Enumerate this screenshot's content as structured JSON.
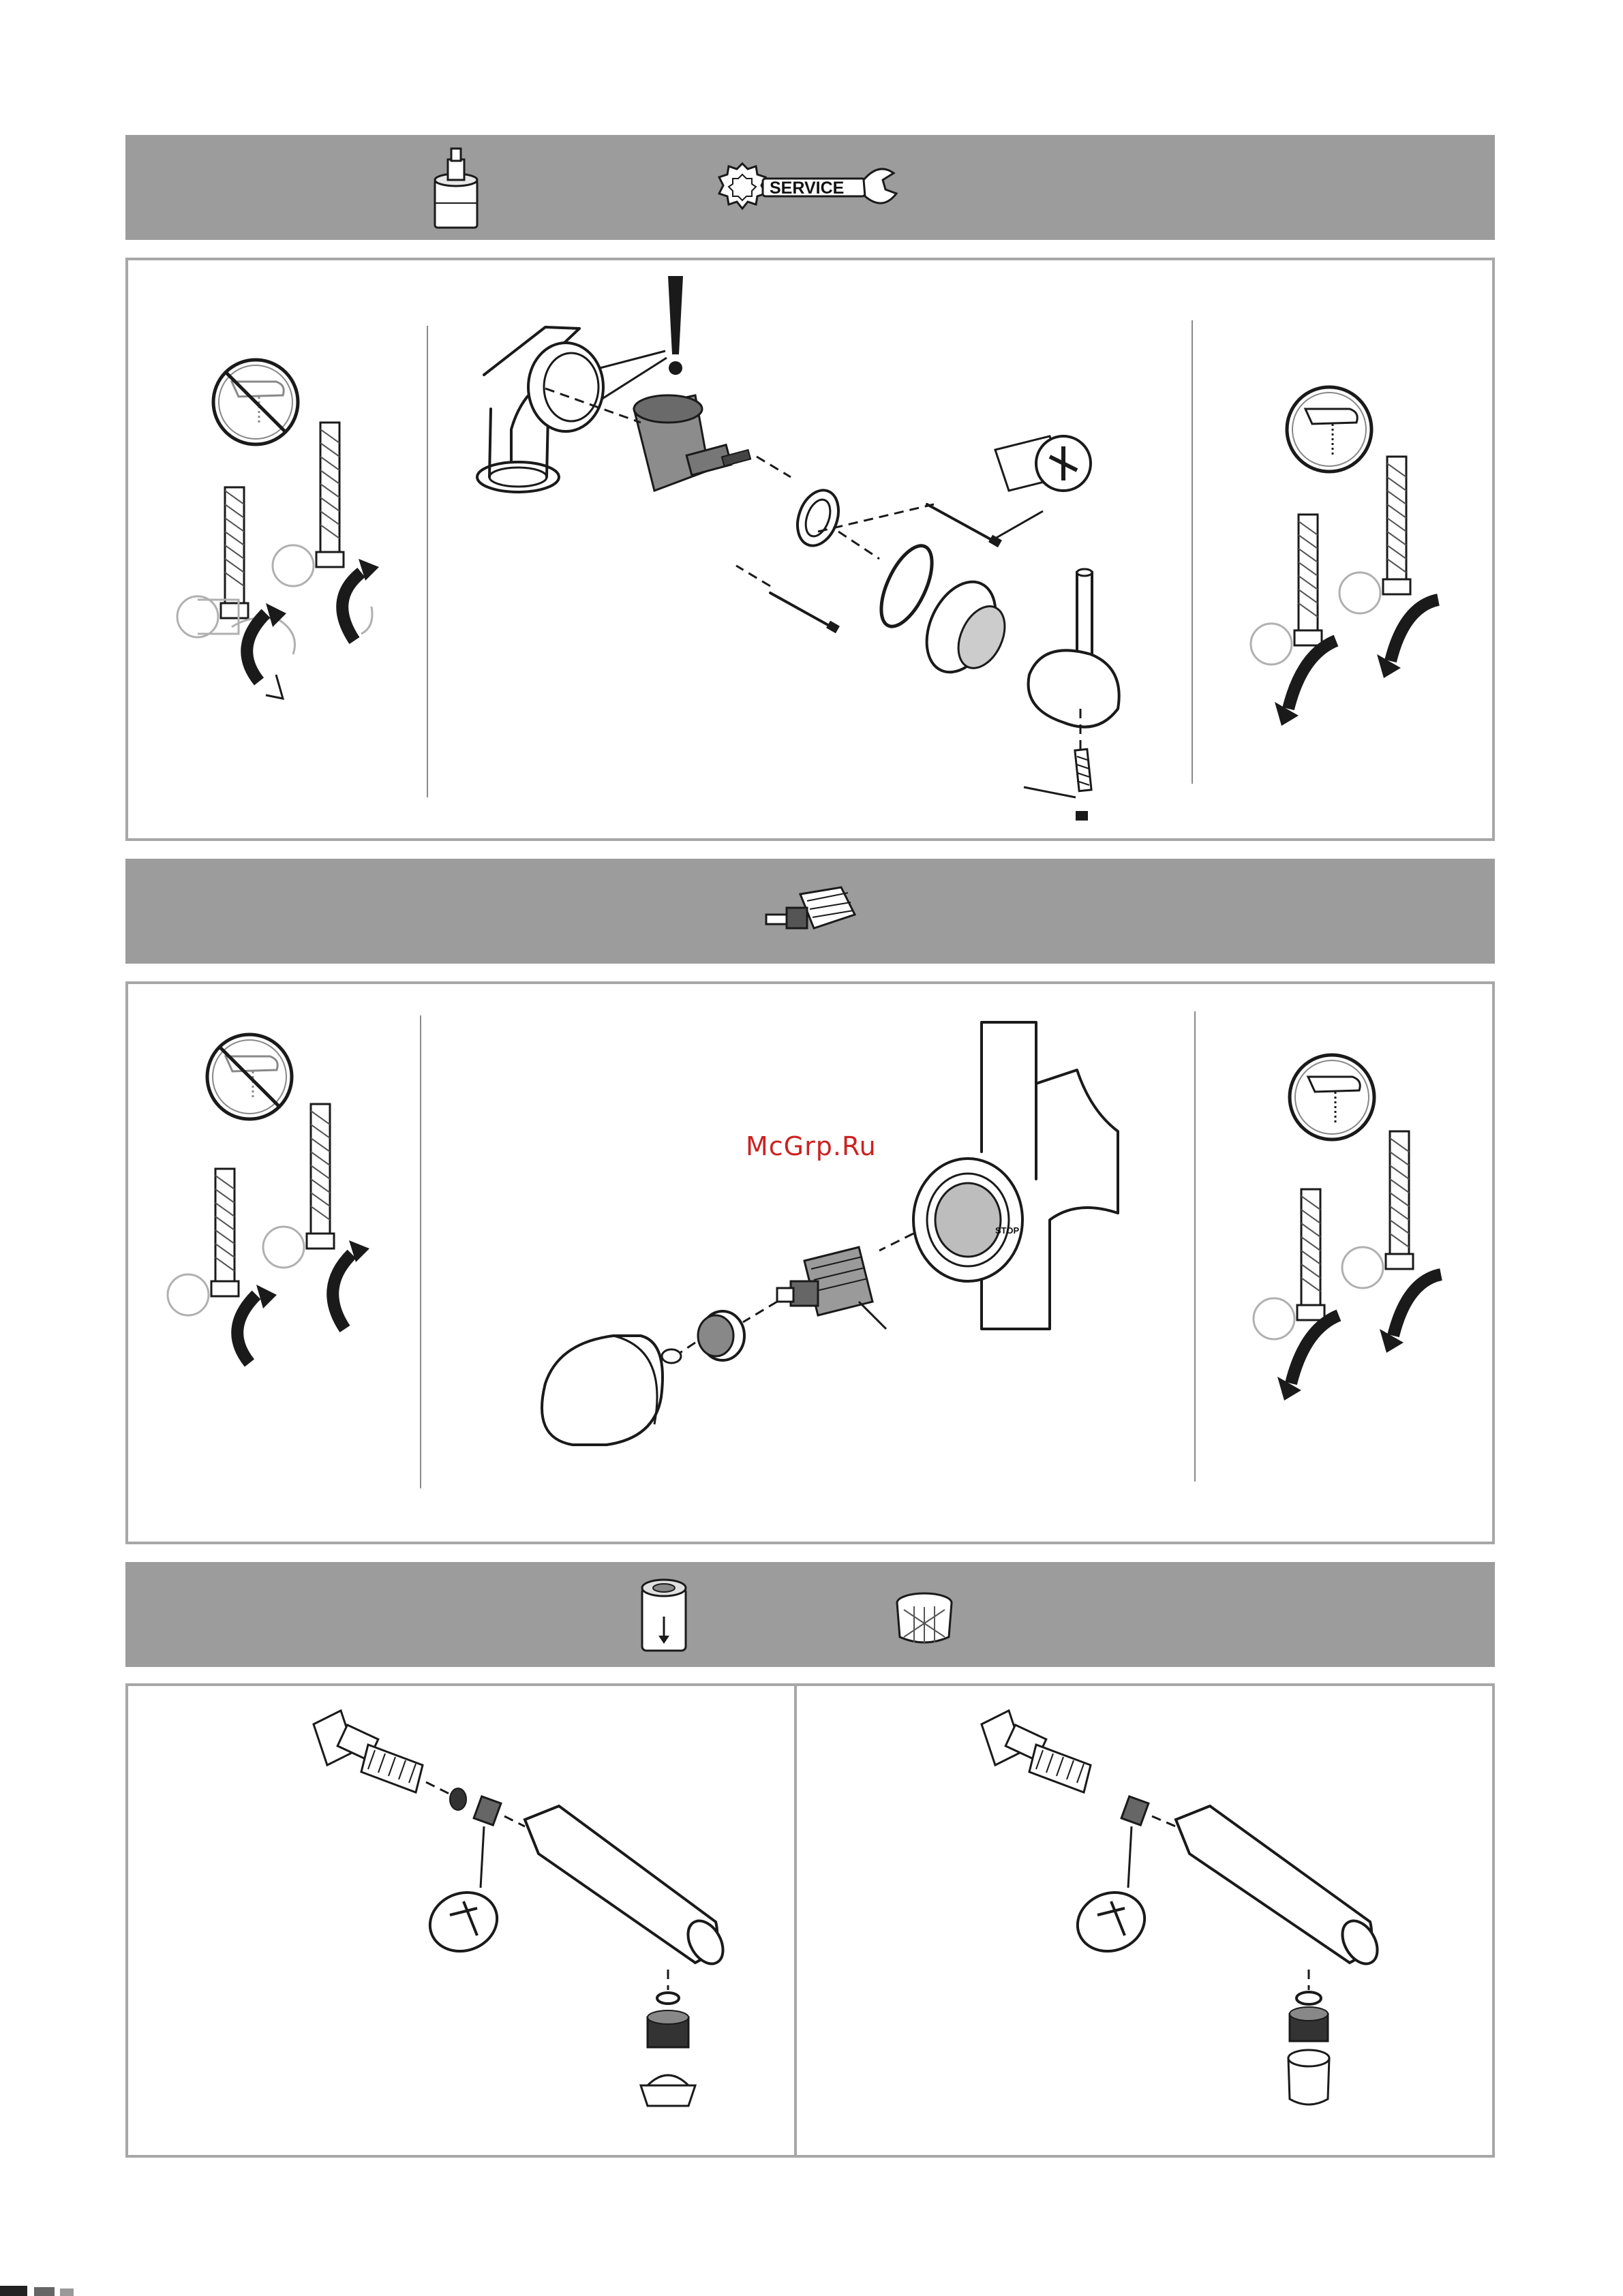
{
  "service_badge": {
    "label": "SERVICE"
  },
  "watermark": {
    "text": "McGrp.Ru"
  },
  "stop_label": {
    "text": "STOP"
  },
  "colors": {
    "band": "#9c9c9c",
    "panel_border": "#a7a7a7",
    "watermark": "#cc2222"
  },
  "sections": [
    {
      "id": "cartridge",
      "icons": [
        "cartridge-icon",
        "service-wrench-icon"
      ]
    },
    {
      "id": "thermo-element",
      "icons": [
        "valve-head-icon"
      ]
    },
    {
      "id": "check-valve",
      "icons": [
        "check-valve-icon",
        "strainer-icon"
      ]
    }
  ]
}
